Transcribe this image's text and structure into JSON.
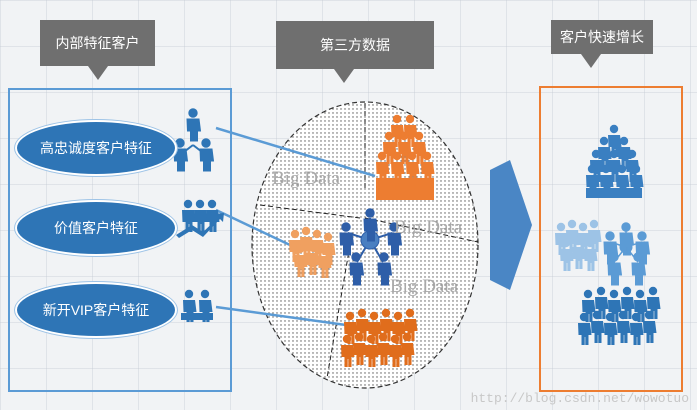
{
  "callouts": {
    "internal": "内部特征客户",
    "third_party": "第三方数据",
    "growth": "客户快速增长"
  },
  "features": [
    {
      "label": "高忠诚度客户特征",
      "icon": "network-people-icon"
    },
    {
      "label": "价值客户特征",
      "icon": "growth-group-icon"
    },
    {
      "label": "新开VIP客户特征",
      "icon": "business-pair-icon"
    }
  ],
  "big_data_labels": [
    "Big Data",
    "Big Data",
    "Big Data"
  ],
  "watermark": "http://blog.csdn.net/wowotuo",
  "colors": {
    "blue": "#2e75b6",
    "orange": "#ed7d31",
    "callout": "#6f6f6f",
    "light_blue": "#5b9bd5"
  }
}
